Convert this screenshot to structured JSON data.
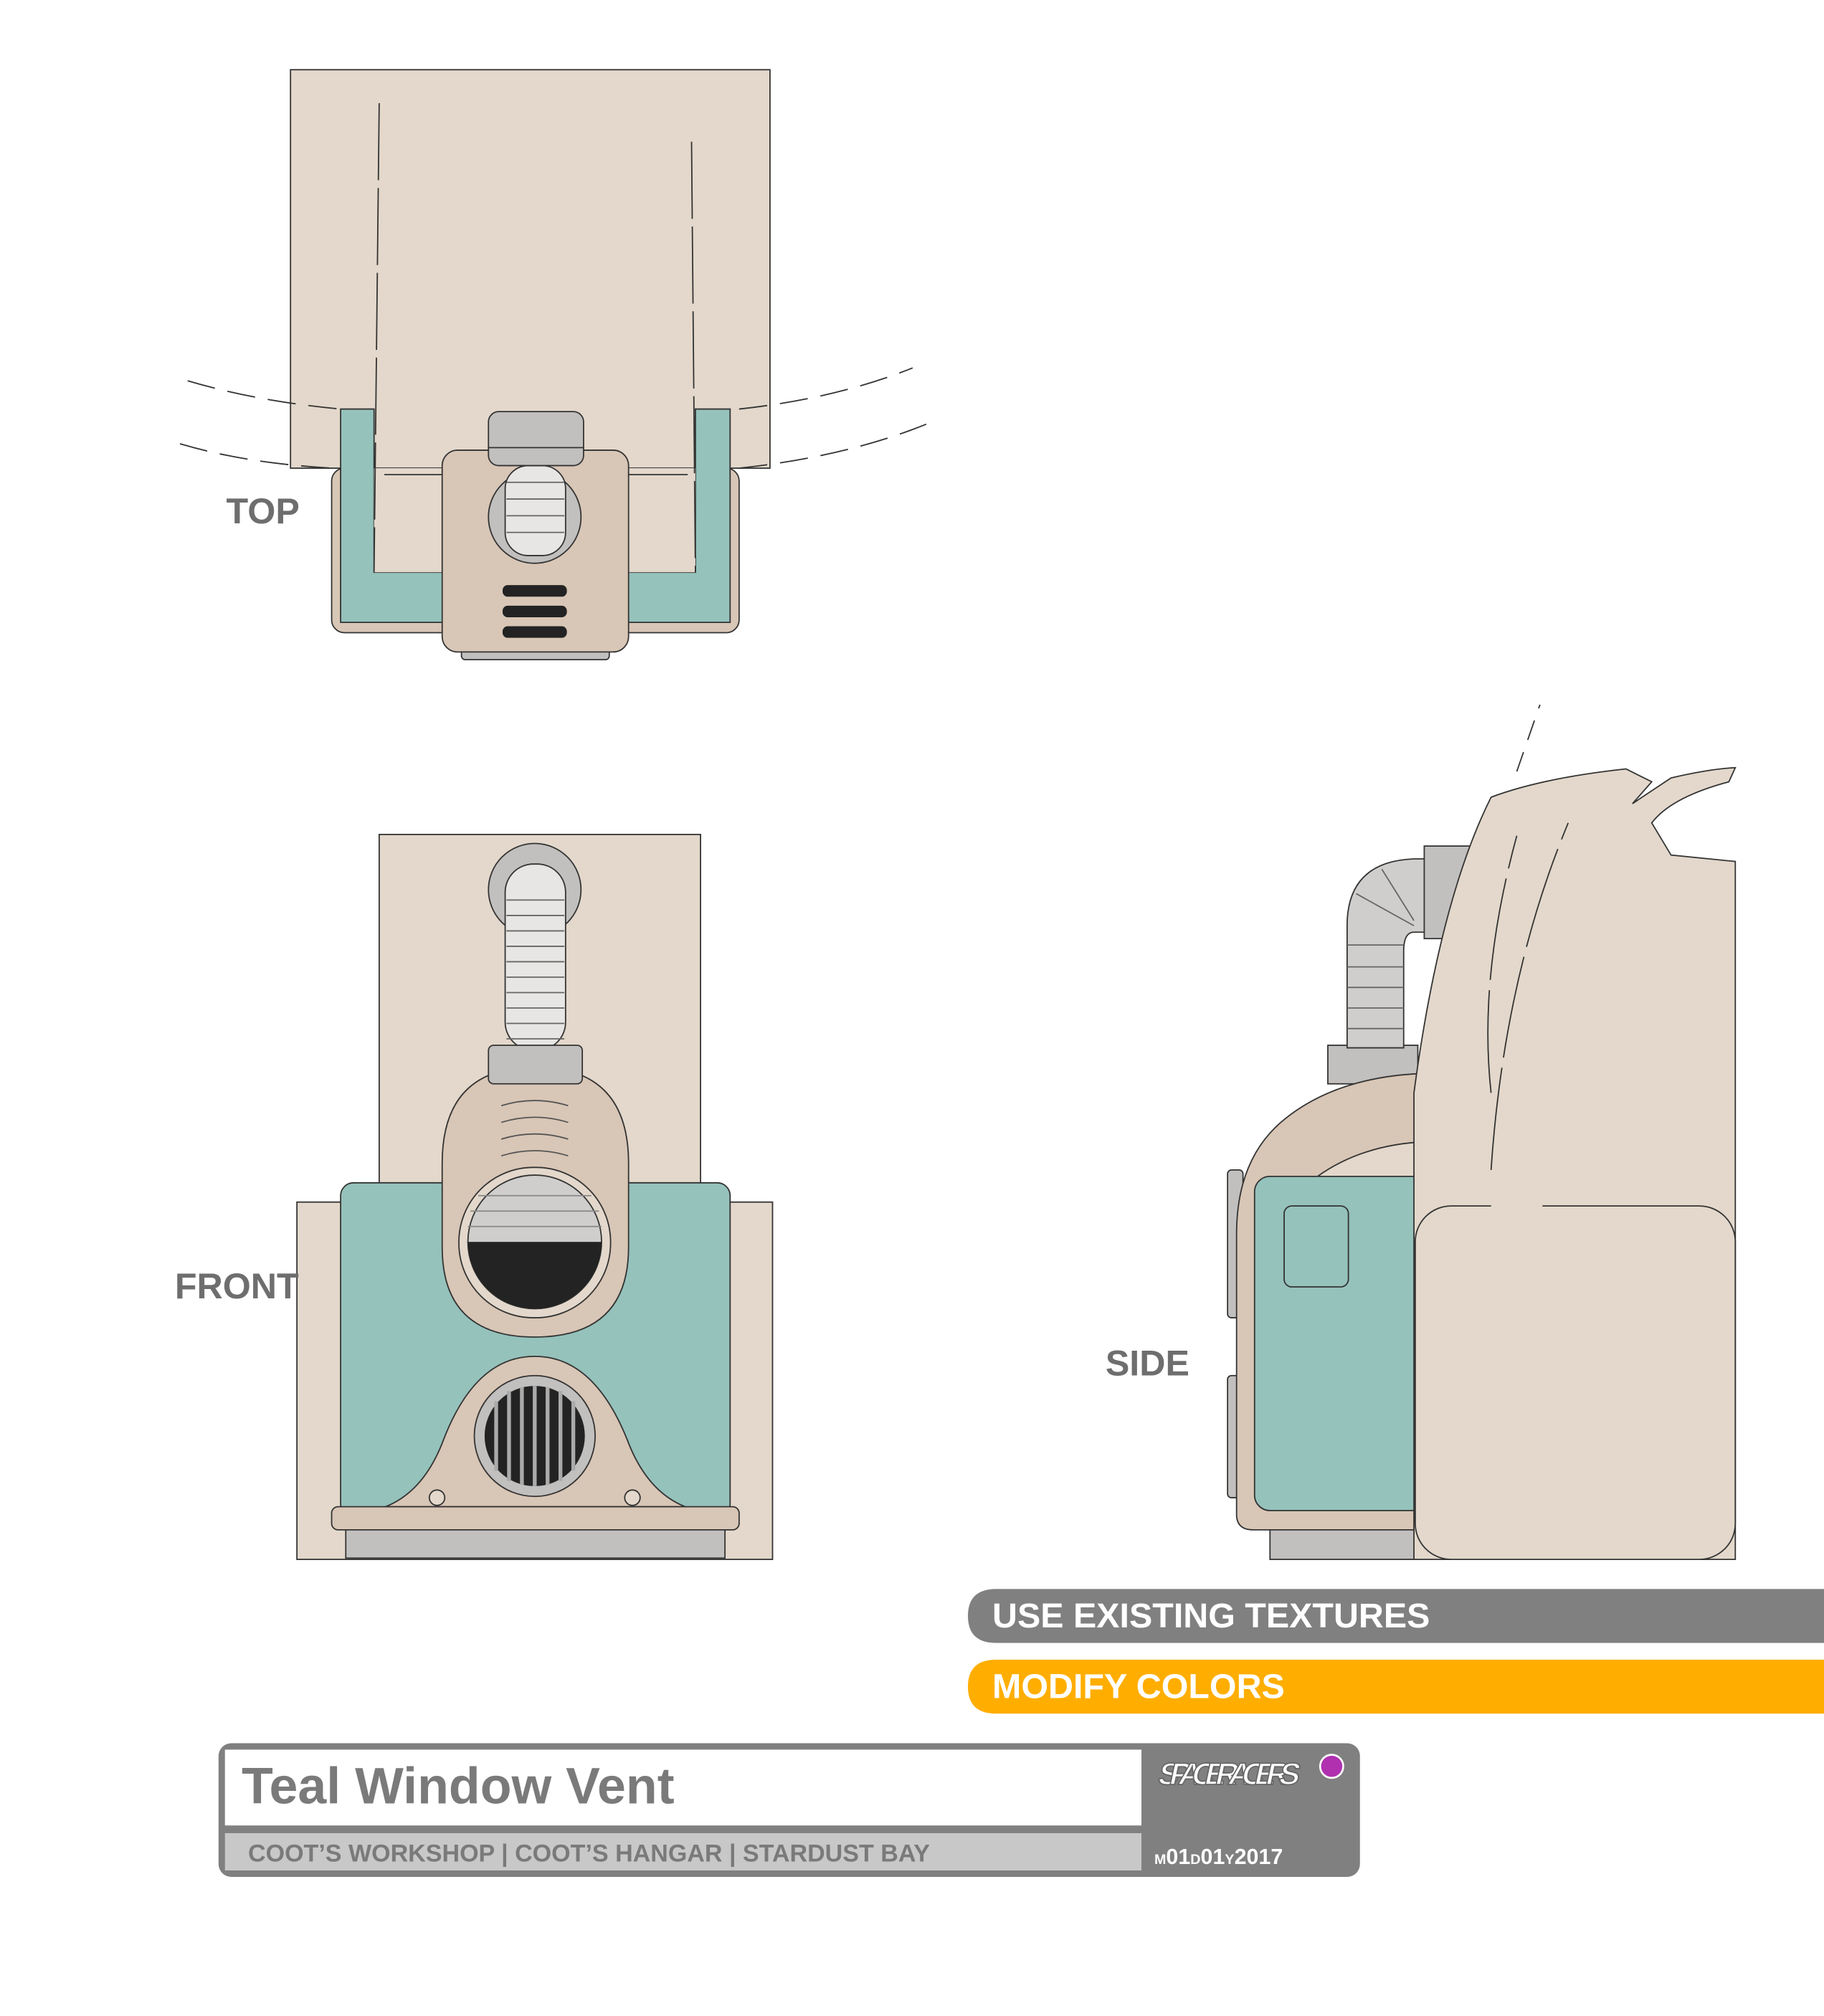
{
  "views": {
    "top_label": "TOP",
    "front_label": "FRONT",
    "side_label": "SIDE"
  },
  "banners": [
    {
      "label": "USE EXISTING TEXTURES",
      "color": "#808080"
    },
    {
      "label": "MODIFY COLORS",
      "color": "#ffae00"
    }
  ],
  "title_block": {
    "title": "Teal Window Vent",
    "locations": "COOT’S WORKSHOP | COOT’S HANGAR | STARDUST BAY",
    "logo_text": "SPACE RACERS",
    "date": {
      "m_label": "M",
      "month": "01",
      "d_label": "D",
      "day": "01",
      "y_label": "Y",
      "year": "2017"
    },
    "status_dot_color": "#b030b0"
  },
  "colors": {
    "beige": "#e3d8cb",
    "teal": "#95c2bb",
    "tan": "#d8c6b6",
    "metal": "#c2c0be",
    "dark": "#232323"
  }
}
